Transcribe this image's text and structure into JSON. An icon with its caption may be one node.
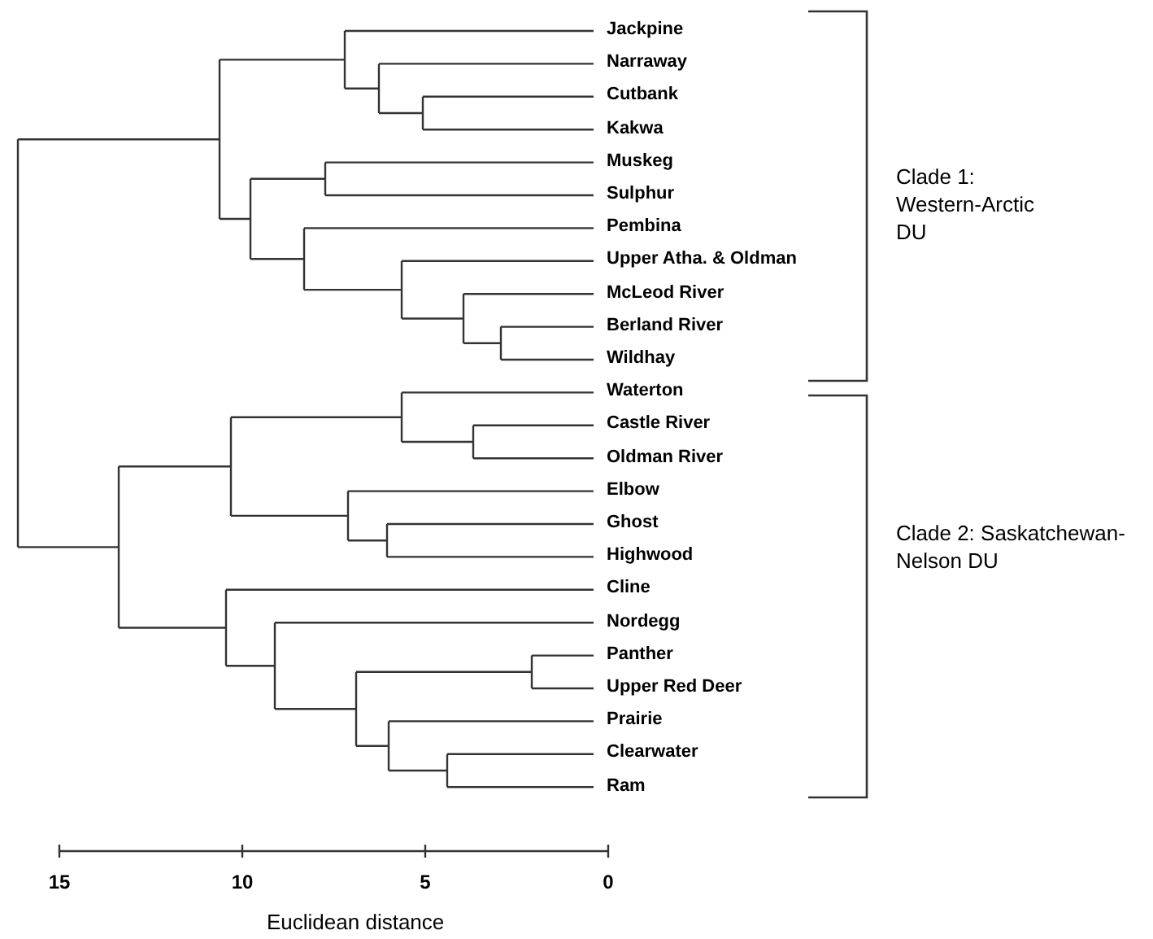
{
  "diagram": {
    "labels": [
      "Jackpine",
      "Narraway",
      "Cutbank",
      "Kakwa",
      "Muskeg",
      "Sulphur",
      "Pembina",
      "Upper Atha. & Oldman",
      "McLeod River",
      "Berland River",
      "Wildhay",
      "Waterton",
      "Castle River",
      "Oldman River",
      "Elbow",
      "Ghost",
      "Highwood",
      "Cline",
      "Nordegg",
      "Panther",
      "Upper Red Deer",
      "Prairie",
      "Clearwater",
      "Ram",
      "Clade 1: Western-Arctic DU",
      "Clade 2: Saskatchewan-Nelson DU",
      "15",
      "10",
      "5",
      "0",
      "Euclidean distance"
    ]
  }
}
